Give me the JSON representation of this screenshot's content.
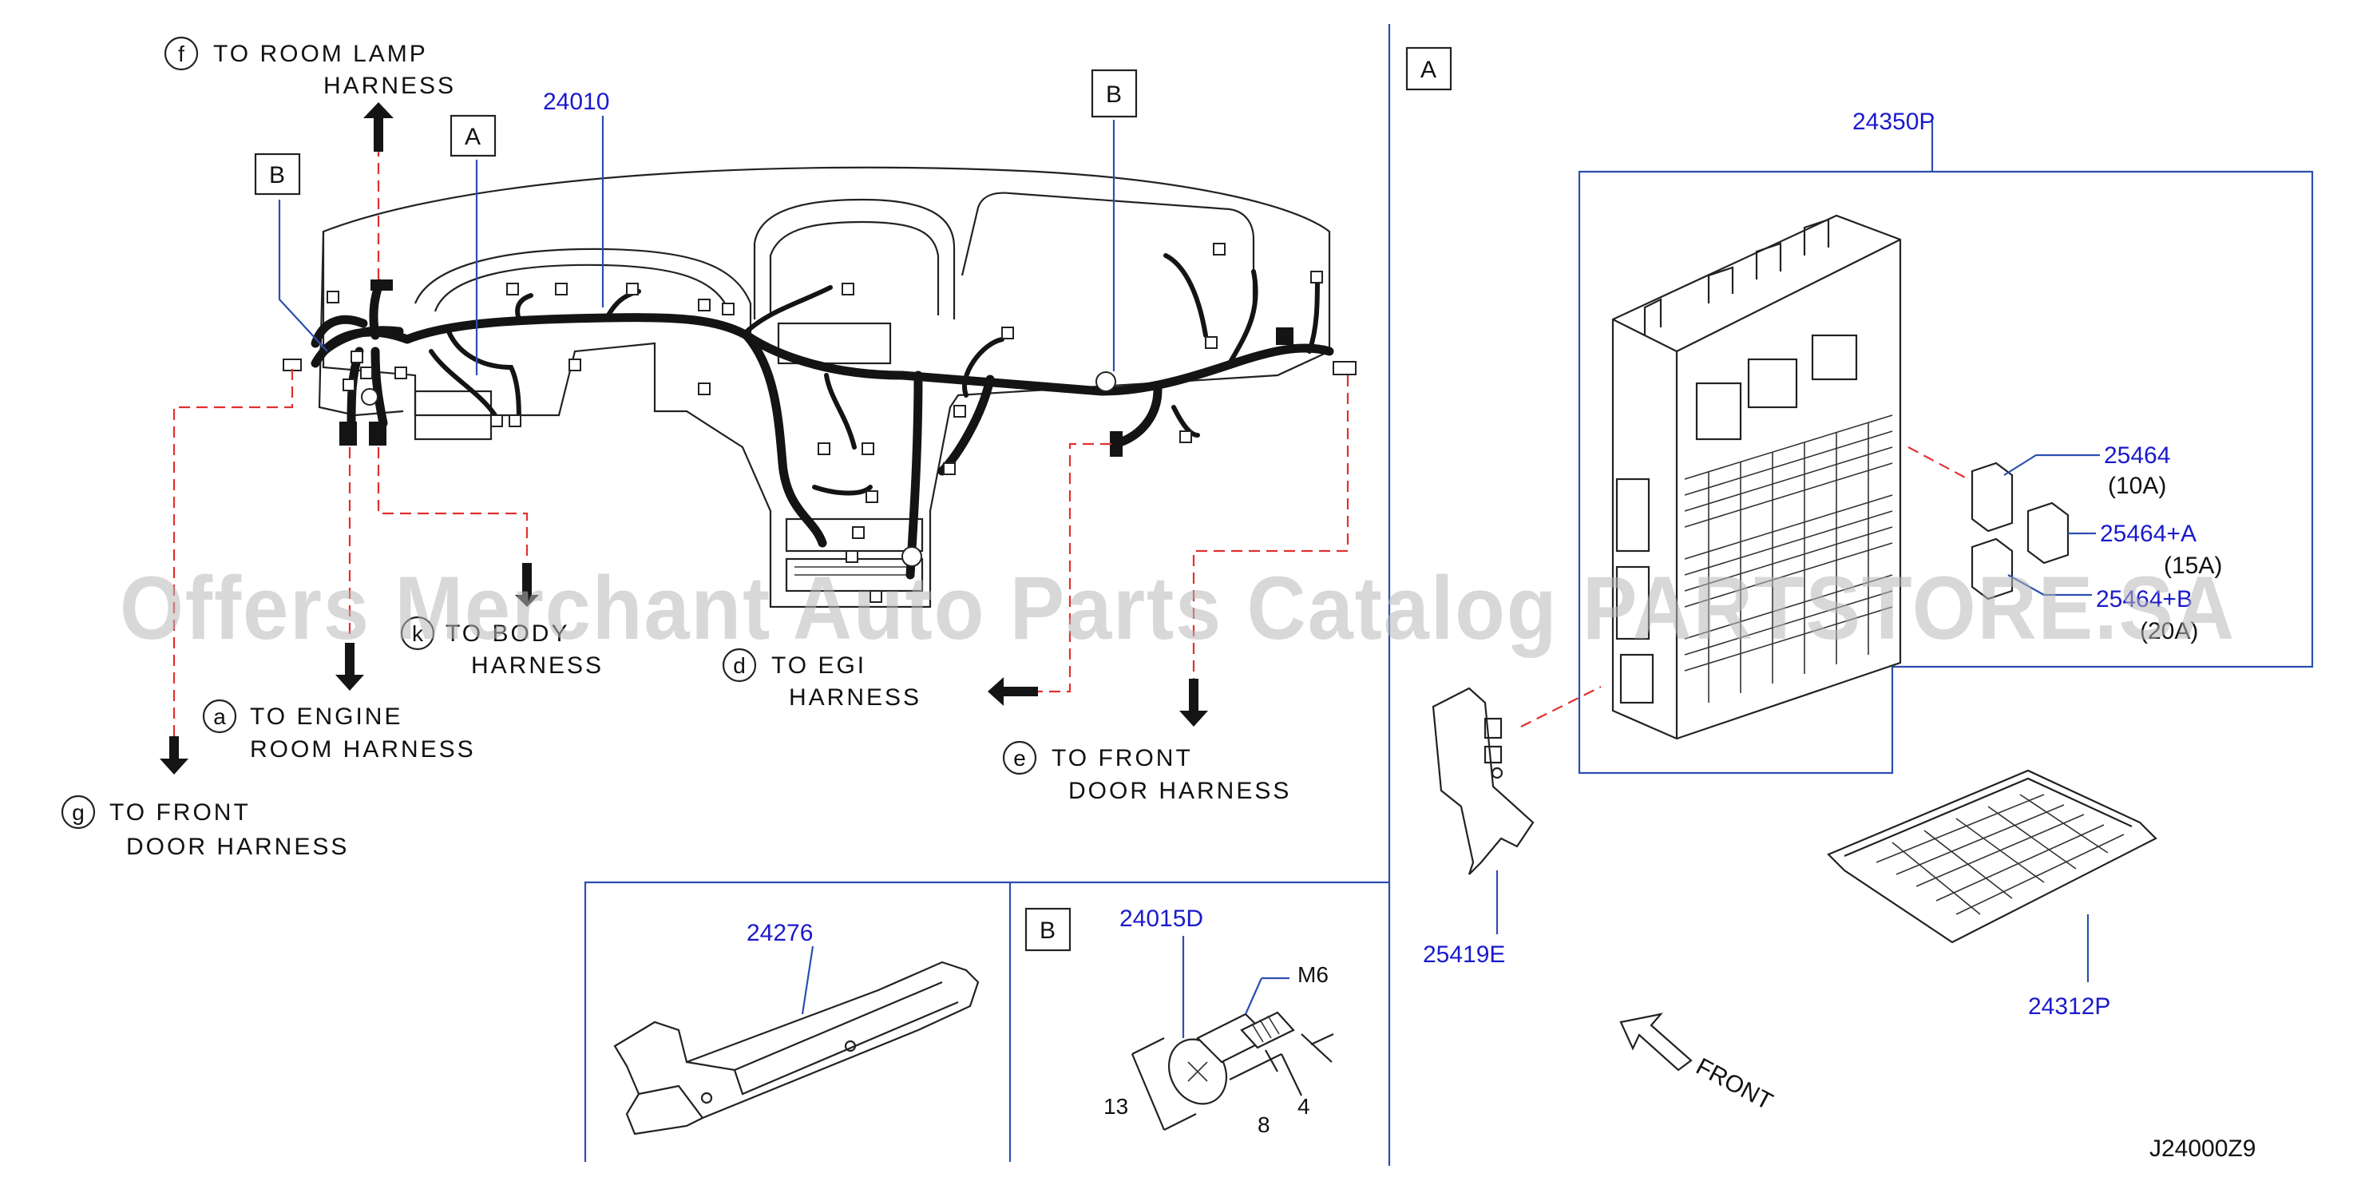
{
  "diagram_code": "J24000Z9",
  "watermark": "Offers Merchant Auto Parts Catalog PARTSTORE.SA",
  "front_label": "FRONT",
  "harness_refs": [
    {
      "letter": "f",
      "line1": "TO  ROOM  LAMP",
      "line2": "HARNESS"
    },
    {
      "letter": "k",
      "line1": "TO  BODY",
      "line2": "HARNESS"
    },
    {
      "letter": "d",
      "line1": "TO  EGI",
      "line2": "HARNESS"
    },
    {
      "letter": "a",
      "line1": "TO  ENGINE",
      "line2": "ROOM  HARNESS"
    },
    {
      "letter": "e",
      "line1": "TO  FRONT",
      "line2": "DOOR  HARNESS"
    },
    {
      "letter": "g",
      "line1": "TO  FRONT",
      "line2": "DOOR  HARNESS"
    }
  ],
  "detail_tags": {
    "a1": "A",
    "b1": "B",
    "b2": "B",
    "a_panel": "A",
    "b_panel": "B"
  },
  "parts": {
    "main_harness": "24010",
    "junction_box": "24350P",
    "fuse_10a": {
      "number": "25464",
      "rating": "(10A)"
    },
    "fuse_15a": {
      "number": "25464+A",
      "rating": "(15A)"
    },
    "fuse_20a": {
      "number": "25464+B",
      "rating": "(20A)"
    },
    "bracket": "25419E",
    "cover": "24312P",
    "protector": "24276",
    "bolt": "24015D"
  },
  "bolt_dims": {
    "thread": "M6",
    "head": "13",
    "length": "8",
    "shoulder": "4"
  }
}
